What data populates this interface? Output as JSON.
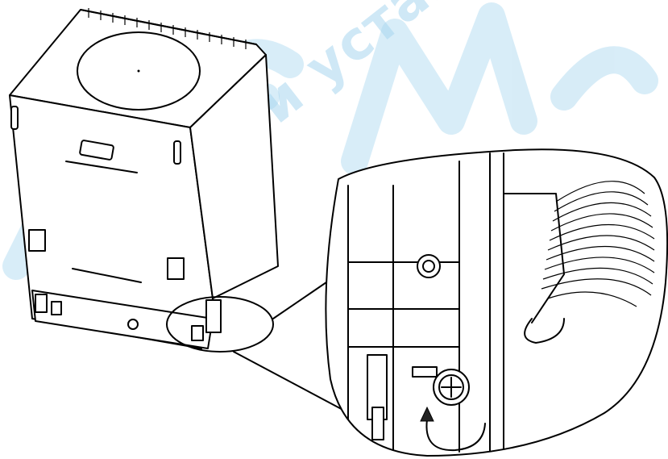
{
  "watermark": {
    "text": "Ремонт и установка бытовой техники",
    "color": "#a8d6ef"
  },
  "line_color": "#000000",
  "icons": [
    "dishwasher-body",
    "detail-callout",
    "leveling-screw",
    "rotation-arrow"
  ]
}
